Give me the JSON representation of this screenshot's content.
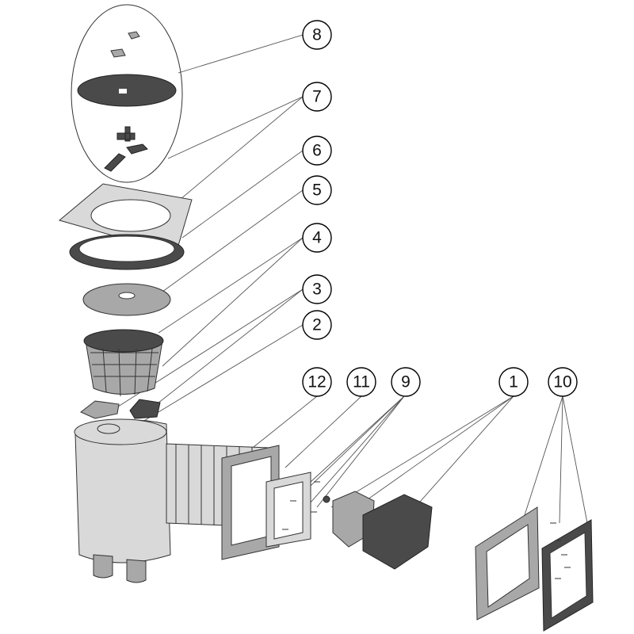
{
  "callouts": [
    {
      "id": "8",
      "label": "8"
    },
    {
      "id": "7",
      "label": "7"
    },
    {
      "id": "6",
      "label": "6"
    },
    {
      "id": "5",
      "label": "5"
    },
    {
      "id": "4",
      "label": "4"
    },
    {
      "id": "3",
      "label": "3"
    },
    {
      "id": "2",
      "label": "2"
    },
    {
      "id": "12",
      "label": "12"
    },
    {
      "id": "11",
      "label": "11"
    },
    {
      "id": "9",
      "label": "9"
    },
    {
      "id": "1",
      "label": "1"
    },
    {
      "id": "10",
      "label": "10"
    }
  ],
  "colors": {
    "light_part": "#d9d9d9",
    "mid_part": "#a8a8a8",
    "dark_part": "#4a4a4a",
    "outline": "#333333"
  }
}
